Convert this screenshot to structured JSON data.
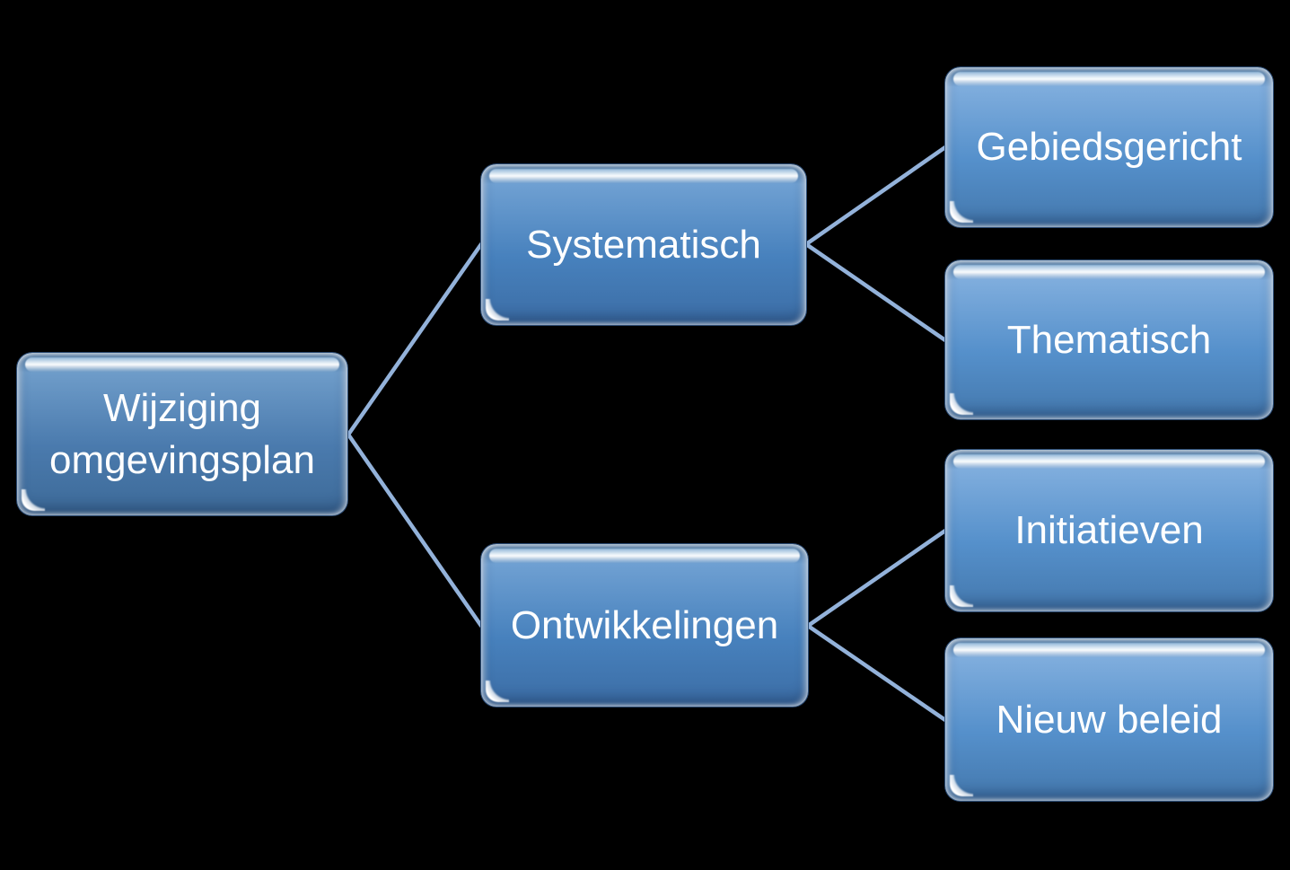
{
  "diagram": {
    "title": "Wijziging omgevingsplan hierarchy",
    "background_color": "#000000",
    "connector_color": "#93b2da",
    "text_color": "#ffffff",
    "level_fills": {
      "1": [
        "#6e9cc9",
        "#4a7aad",
        "#3d6a98"
      ],
      "2": [
        "#6fa0d2",
        "#4781bd",
        "#3c6da5"
      ],
      "3": [
        "#7faddd",
        "#5590cb",
        "#4478ad"
      ]
    },
    "nodes": [
      {
        "id": "wijziging-omgevingsplan",
        "label": "Wijziging omgevingsplan",
        "level": 1
      },
      {
        "id": "systematisch",
        "label": "Systematisch",
        "level": 2
      },
      {
        "id": "ontwikkelingen",
        "label": "Ontwikkelingen",
        "level": 2
      },
      {
        "id": "gebiedsgericht",
        "label": "Gebiedsgericht",
        "level": 3
      },
      {
        "id": "thematisch",
        "label": "Thematisch",
        "level": 3
      },
      {
        "id": "initiatieven",
        "label": "Initiatieven",
        "level": 3
      },
      {
        "id": "nieuw-beleid",
        "label": "Nieuw beleid",
        "level": 3
      }
    ],
    "edges": [
      {
        "from": "wijziging-omgevingsplan",
        "to": "systematisch"
      },
      {
        "from": "wijziging-omgevingsplan",
        "to": "ontwikkelingen"
      },
      {
        "from": "systematisch",
        "to": "gebiedsgericht"
      },
      {
        "from": "systematisch",
        "to": "thematisch"
      },
      {
        "from": "ontwikkelingen",
        "to": "initiatieven"
      },
      {
        "from": "ontwikkelingen",
        "to": "nieuw-beleid"
      }
    ]
  }
}
